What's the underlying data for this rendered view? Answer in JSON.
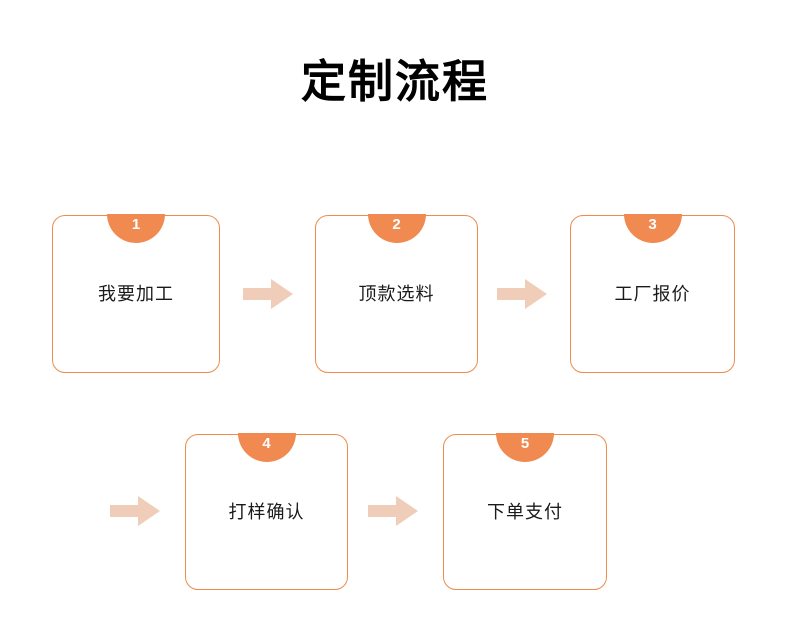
{
  "page": {
    "title": "定制流程",
    "background_color": "#FFFFFF",
    "title_color": "#000000"
  },
  "theme": {
    "accent_orange": "#F08A51",
    "card_border": "#EE8B4F",
    "arrow_color": "#F0CDB8",
    "card_fill": "#FFFFFF",
    "badge_text_color": "#FFFFFF",
    "label_color": "#1A1A1A"
  },
  "flow": {
    "rows": [
      {
        "row_index": 1,
        "steps": [
          {
            "number": "1",
            "label": "我要加工"
          },
          {
            "number": "2",
            "label": "顶款选料"
          },
          {
            "number": "3",
            "label": "工厂报价"
          }
        ],
        "arrows": [
          {
            "name": "arrow-step1-to-step2",
            "direction": "right"
          },
          {
            "name": "arrow-step2-to-step3",
            "direction": "right"
          }
        ]
      },
      {
        "row_index": 2,
        "steps": [
          {
            "number": "4",
            "label": "打样确认"
          },
          {
            "number": "5",
            "label": "下单支付"
          }
        ],
        "arrows": [
          {
            "name": "arrow-wrap-to-step4",
            "direction": "right"
          },
          {
            "name": "arrow-step4-to-step5",
            "direction": "right"
          }
        ]
      }
    ]
  }
}
